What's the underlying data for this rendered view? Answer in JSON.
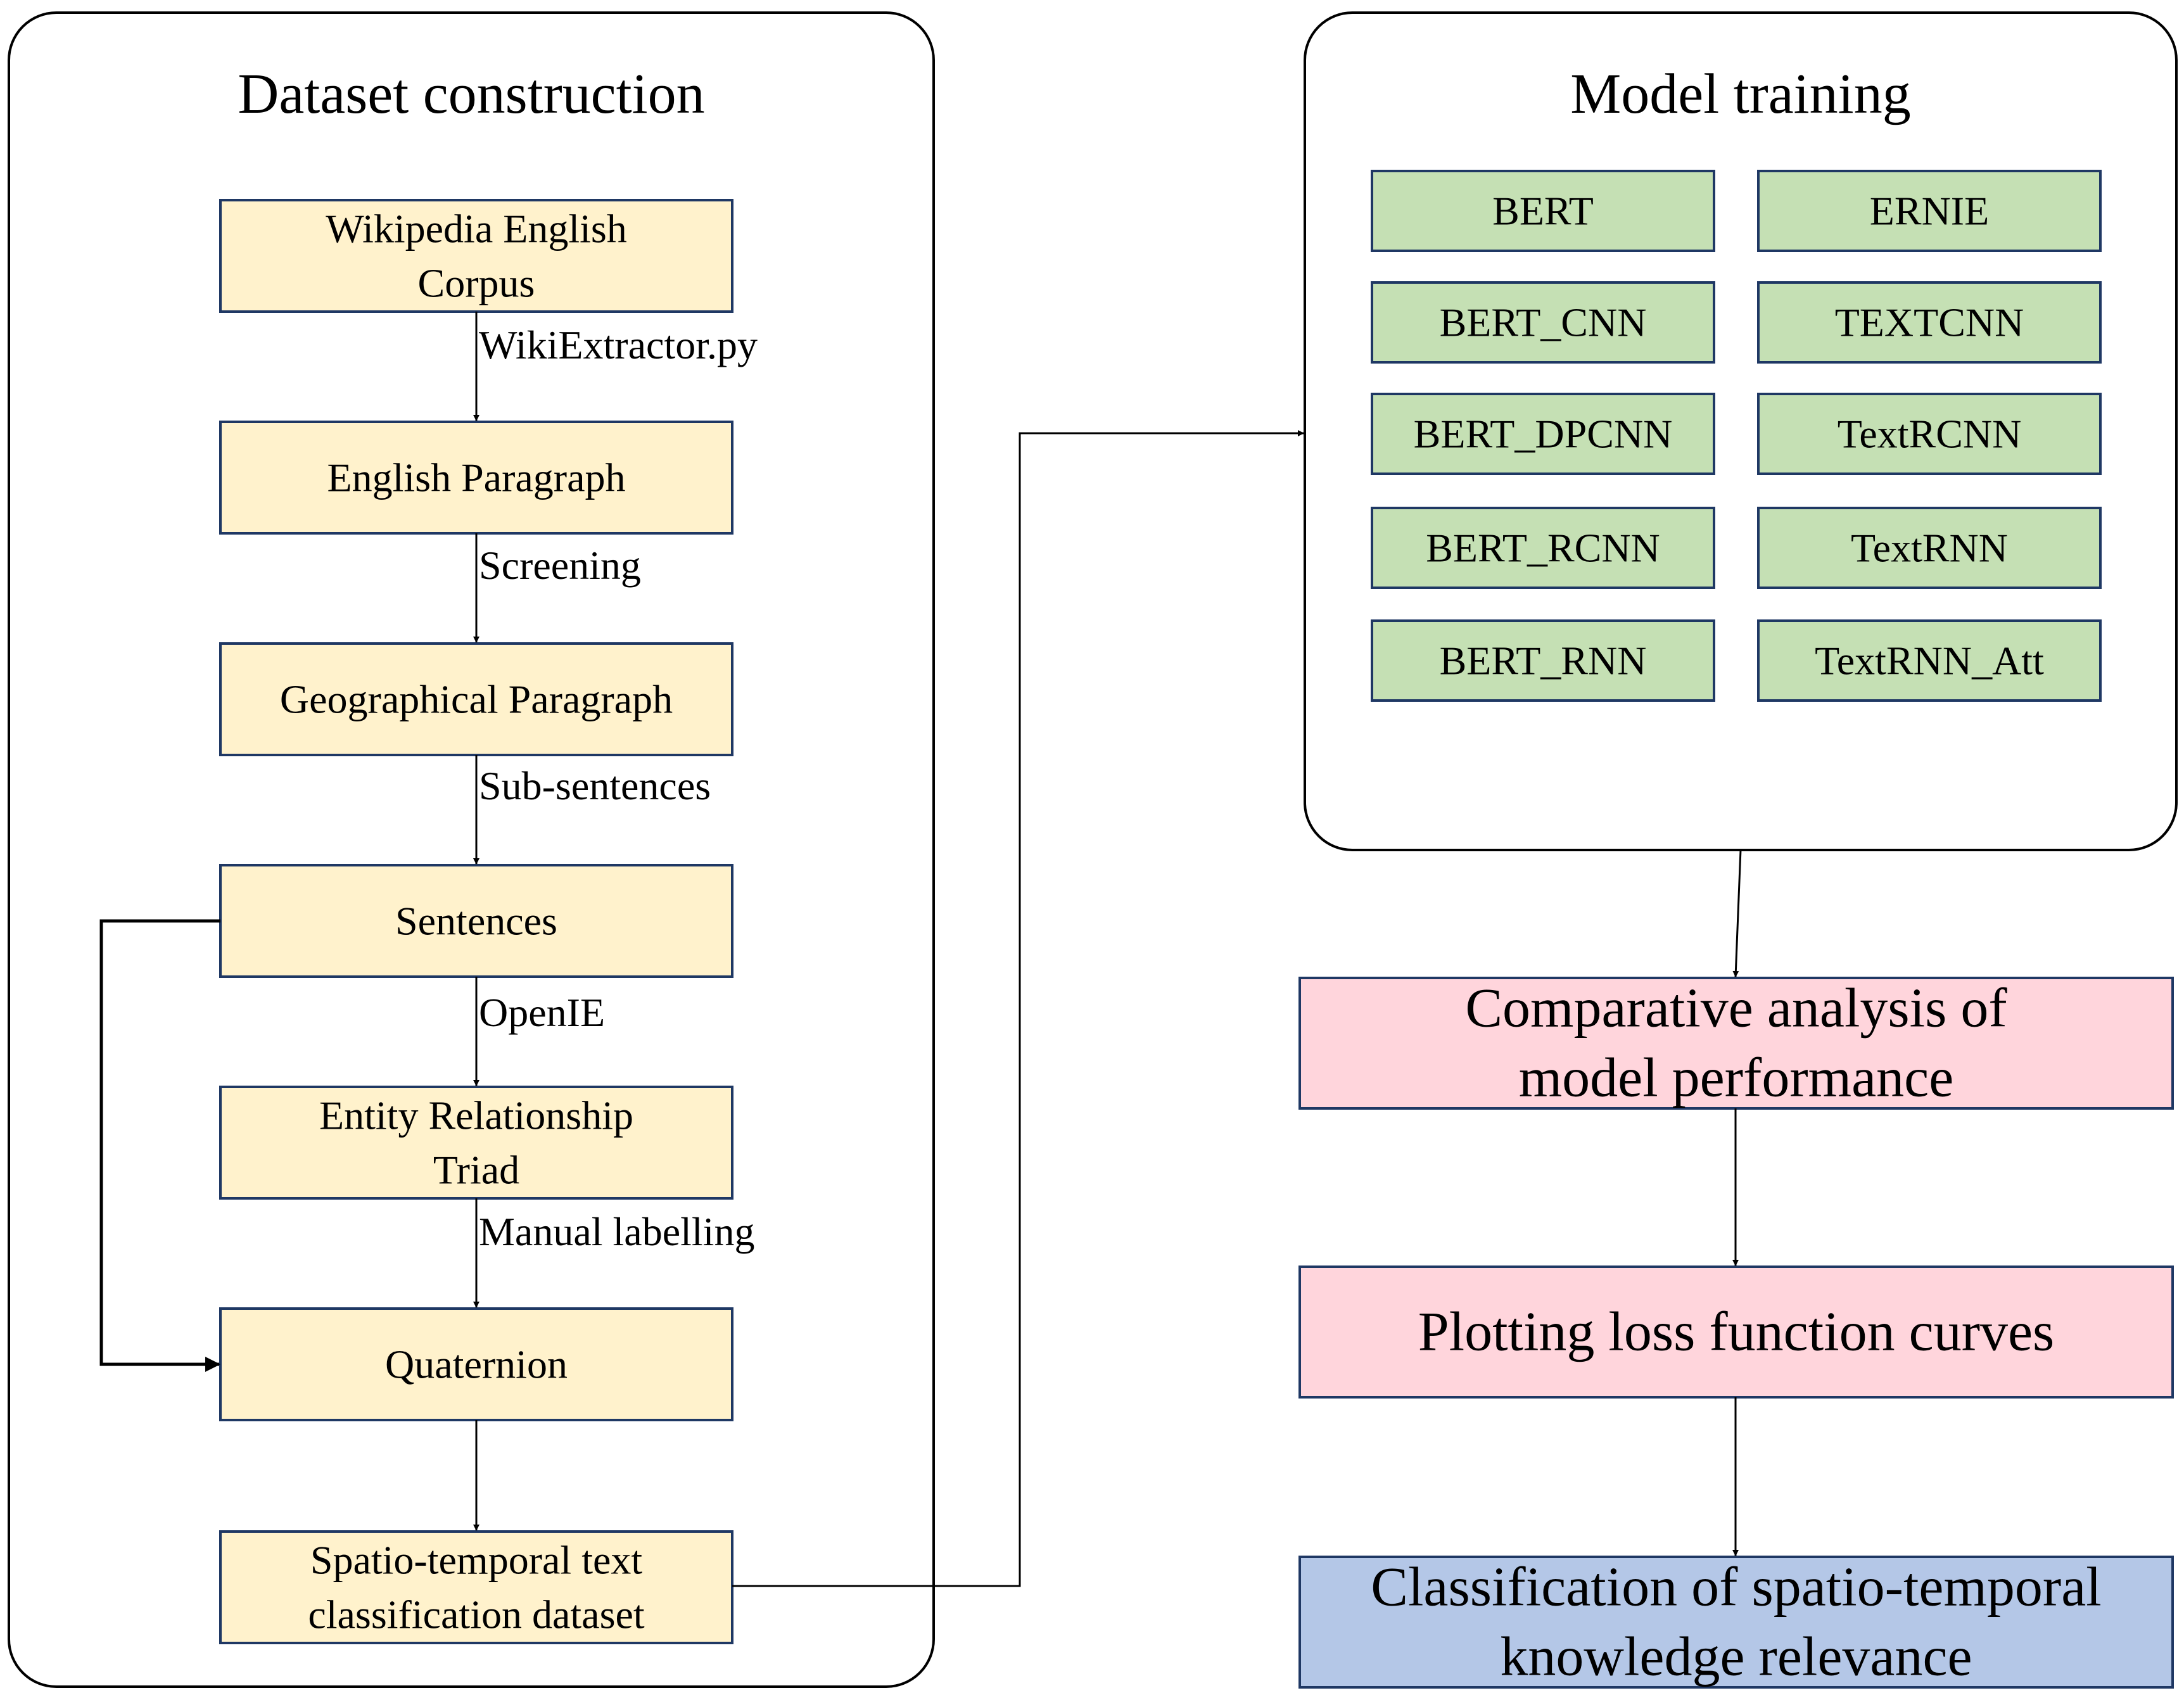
{
  "dataset_panel": {
    "title": "Dataset construction",
    "steps": [
      [
        "Wikipedia English",
        "Corpus"
      ],
      [
        "English Paragraph"
      ],
      [
        "Geographical Paragraph"
      ],
      [
        "Sentences"
      ],
      [
        "Entity Relationship",
        "Triad"
      ],
      [
        "Quaternion"
      ],
      [
        "Spatio-temporal text",
        "classification dataset"
      ]
    ],
    "edge_labels": [
      "WikiExtractor.py",
      "Screening",
      "Sub-sentences",
      "OpenIE",
      "Manual labelling"
    ]
  },
  "training_panel": {
    "title": "Model training",
    "models": [
      [
        "BERT",
        "ERNIE"
      ],
      [
        "BERT_CNN",
        "TEXTCNN"
      ],
      [
        "BERT_DPCNN",
        "TextRCNN"
      ],
      [
        "BERT_RCNN",
        "TextRNN"
      ],
      [
        "BERT_RNN",
        "TextRNN_Att"
      ]
    ]
  },
  "outcomes": [
    {
      "lines": [
        "Comparative analysis of",
        "model performance"
      ],
      "color": "#ffd5dc"
    },
    {
      "lines": [
        "Plotting loss function curves"
      ],
      "color": "#ffd5dc"
    },
    {
      "lines": [
        "Classification of spatio-temporal",
        "knowledge relevance"
      ],
      "color": "#b4c7e7"
    }
  ],
  "colors": {
    "step_fill": "#fff2cc",
    "model_fill": "#c5e0b4",
    "box_stroke": "#1f3864",
    "line": "#000000"
  }
}
